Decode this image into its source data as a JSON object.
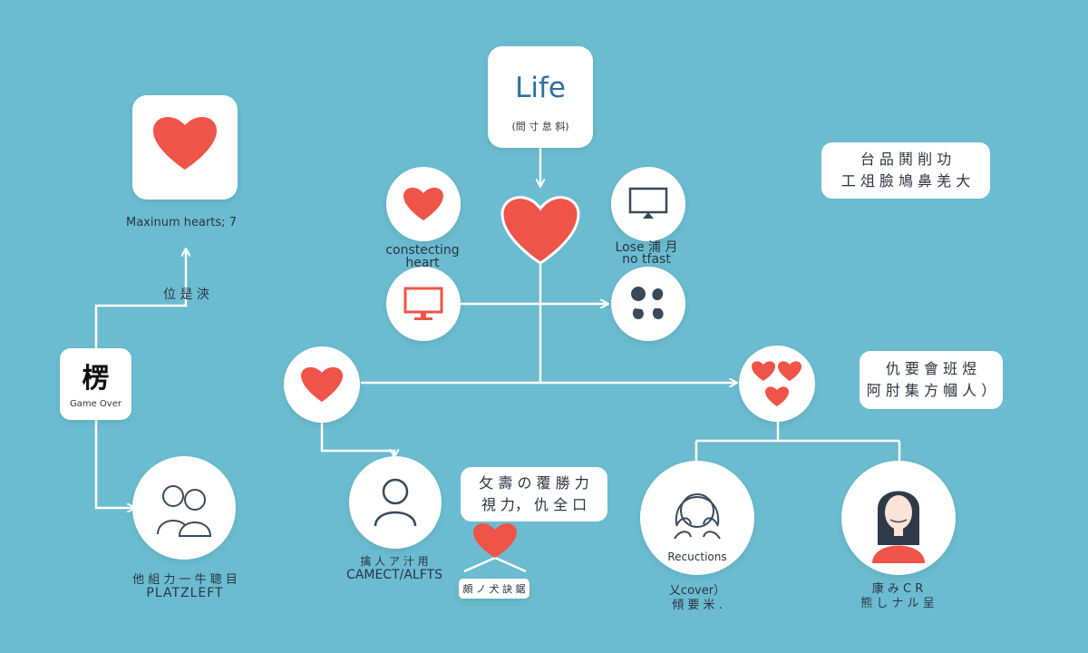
{
  "colors": {
    "background": "#6bbcd0",
    "heart": "#ee5548",
    "line": "#ffffff",
    "card": "#ffffff",
    "text": "#2b3440"
  },
  "life_box": {
    "title": "Life",
    "subtitle": "(問 寸 怠 斜)"
  },
  "top_left": {
    "caption": "Maxinum hearts; 7",
    "arrow_label": "位 是 浹"
  },
  "game_over": {
    "glyphs": "楞",
    "label": "Game Over"
  },
  "players": {
    "line1": "他 組 力 一 牛 聰 目",
    "line2": "PLATZLEFT"
  },
  "collecting": {
    "line1": "constecting",
    "line2": "heart"
  },
  "lose": {
    "line1": "Lose 浦 月",
    "line2": "no  tfast"
  },
  "top_right_note": {
    "line1": "台 品 鬨 削 功",
    "line2": "工 俎 臉 鳩 鼻 羌 大"
  },
  "right_note": {
    "line1": "仇 要 會 班 煜",
    "line2": "阿 肘 集 方 幗 人 ）"
  },
  "middle_note": {
    "line1": "攵 壽 の 覆 勝 力",
    "line2": "視 力，  仇 全 口"
  },
  "small_tag": "頗 ノ 犬 訣 鋸",
  "gamecraft": {
    "line1": "擒 人 ア 汁 用",
    "line2": "CAMECT/ALFTS"
  },
  "recuctions": {
    "inside": "Recuctions",
    "line1": "乂cover）",
    "line2": "傾 要 米 ."
  },
  "girl": {
    "line1": "康 み C R",
    "line2": "熊 し ナ ル 呈"
  }
}
